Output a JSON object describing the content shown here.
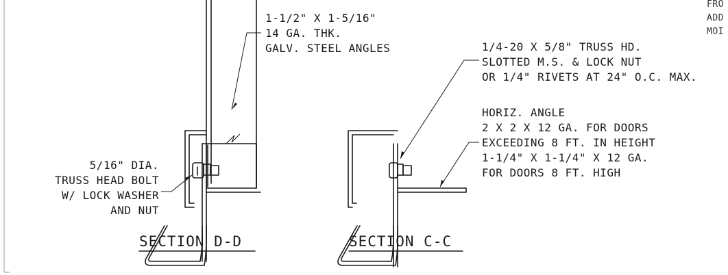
{
  "notes": {
    "angles": [
      "1-1/2\" X 1-5/16\"",
      "14 GA. THK.",
      "GALV. STEEL ANGLES"
    ],
    "screw": [
      "1/4-20 X 5/8\" TRUSS HD.",
      "SLOTTED M.S. & LOCK NUT",
      "OR 1/4\" RIVETS AT 24\" O.C. MAX."
    ],
    "horiz_angle": [
      "HORIZ. ANGLE",
      "2 X 2 X 12 GA. FOR DOORS",
      "EXCEEDING 8 FT. IN HEIGHT",
      "1-1/4\" X 1-1/4\" X 12 GA.",
      "FOR DOORS 8 FT. HIGH"
    ],
    "bolt": [
      "5/16\" DIA.",
      "TRUSS HEAD BOLT",
      "W/ LOCK WASHER",
      "AND NUT"
    ],
    "clipped_corner": [
      "FRO",
      "ADD",
      "MOI"
    ]
  },
  "sections": {
    "d": "SECTION D-D",
    "c": "SECTION C-C"
  }
}
